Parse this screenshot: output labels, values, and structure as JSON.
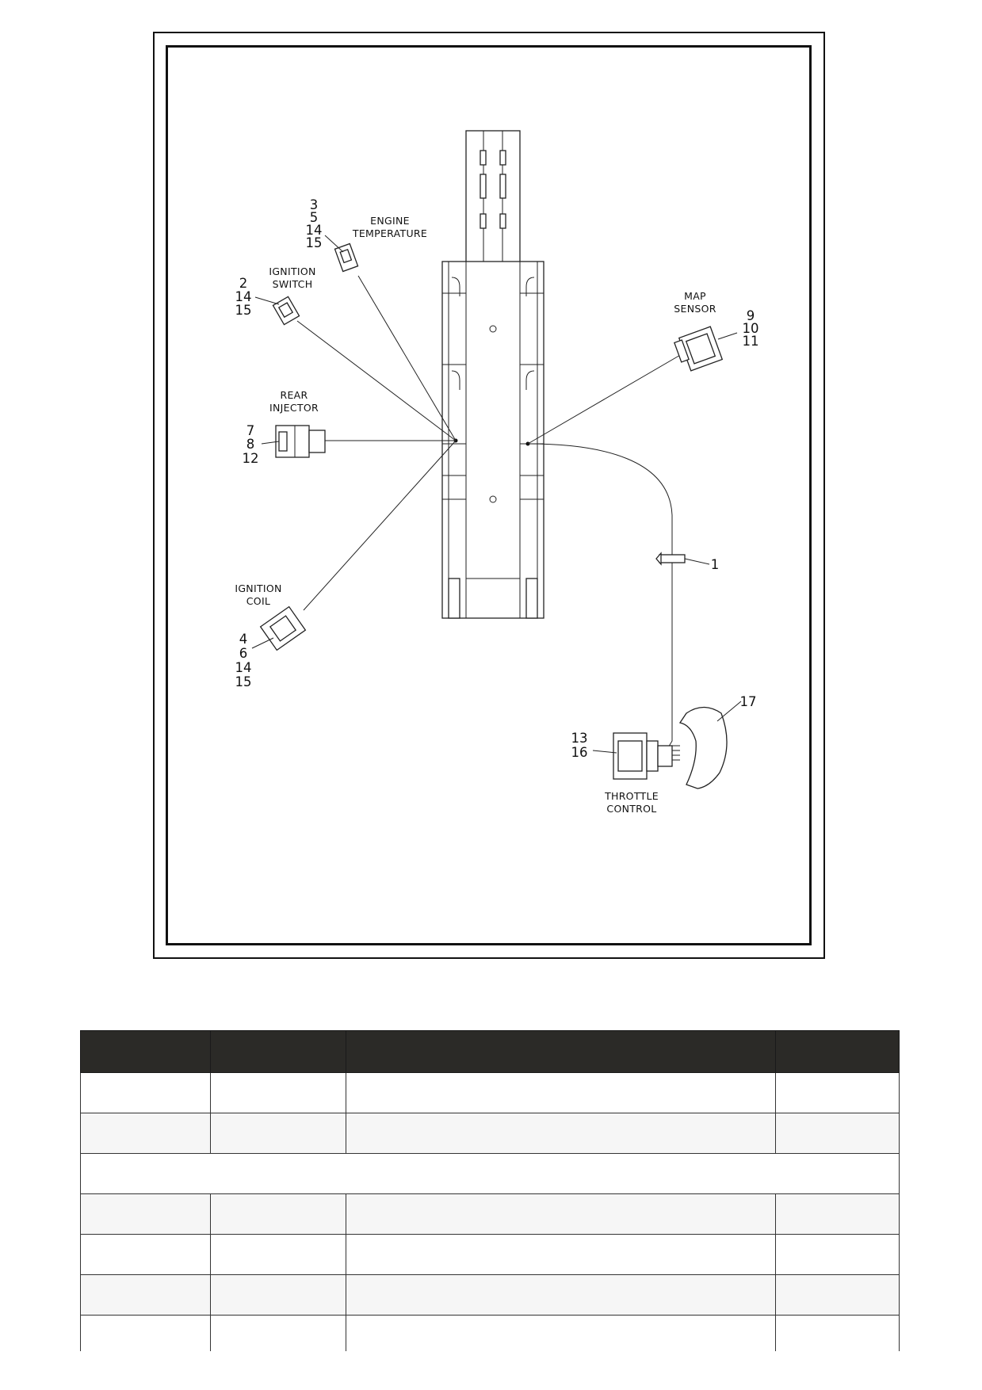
{
  "diagram": {
    "labels": {
      "engine_temperature": [
        "ENGINE",
        "TEMPERATURE"
      ],
      "ignition_switch": [
        "IGNITION",
        "SWITCH"
      ],
      "map_sensor": [
        "MAP",
        "SENSOR"
      ],
      "rear_injector": [
        "REAR",
        "INJECTOR"
      ],
      "ignition_coil": [
        "IGNITION",
        "COIL"
      ],
      "throttle_control": [
        "THROTTLE",
        "CONTROL"
      ]
    },
    "callouts": {
      "engine_temperature": [
        "3",
        "5",
        "14",
        "15"
      ],
      "ignition_switch": [
        "2",
        "14",
        "15"
      ],
      "map_sensor": [
        "9",
        "10",
        "11"
      ],
      "rear_injector": [
        "7",
        "8",
        "12"
      ],
      "ignition_coil": [
        "4",
        "6",
        "14",
        "15"
      ],
      "throttle_control": [
        "13",
        "16"
      ],
      "fastener": "1",
      "bracket": "17"
    }
  },
  "table": {
    "columns": [
      "",
      "",
      "",
      ""
    ],
    "rows": [
      {
        "type": "row",
        "cells": [
          "",
          "",
          "",
          ""
        ]
      },
      {
        "type": "row",
        "cells": [
          "",
          "",
          "",
          ""
        ]
      },
      {
        "type": "section",
        "text": ""
      },
      {
        "type": "row",
        "cells": [
          "",
          "",
          "",
          ""
        ]
      },
      {
        "type": "row",
        "cells": [
          "",
          "",
          "",
          ""
        ]
      },
      {
        "type": "row",
        "cells": [
          "",
          "",
          "",
          ""
        ]
      },
      {
        "type": "row",
        "cells": [
          "",
          "",
          "",
          ""
        ]
      }
    ]
  }
}
